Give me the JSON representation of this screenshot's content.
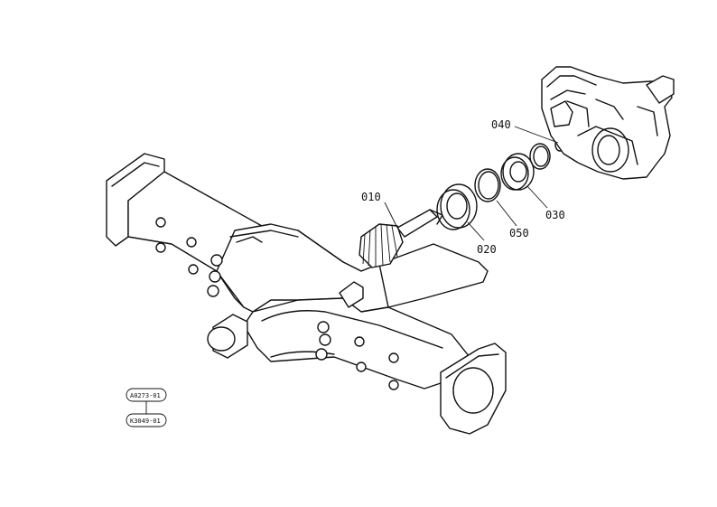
{
  "parts": [
    {
      "id": "p010",
      "label": "010"
    },
    {
      "id": "p020",
      "label": "020"
    },
    {
      "id": "p050",
      "label": "050"
    },
    {
      "id": "p030",
      "label": "030"
    },
    {
      "id": "p040",
      "label": "040"
    }
  ],
  "refs": {
    "top": "A0273-01",
    "bottom": "K3049-01"
  }
}
